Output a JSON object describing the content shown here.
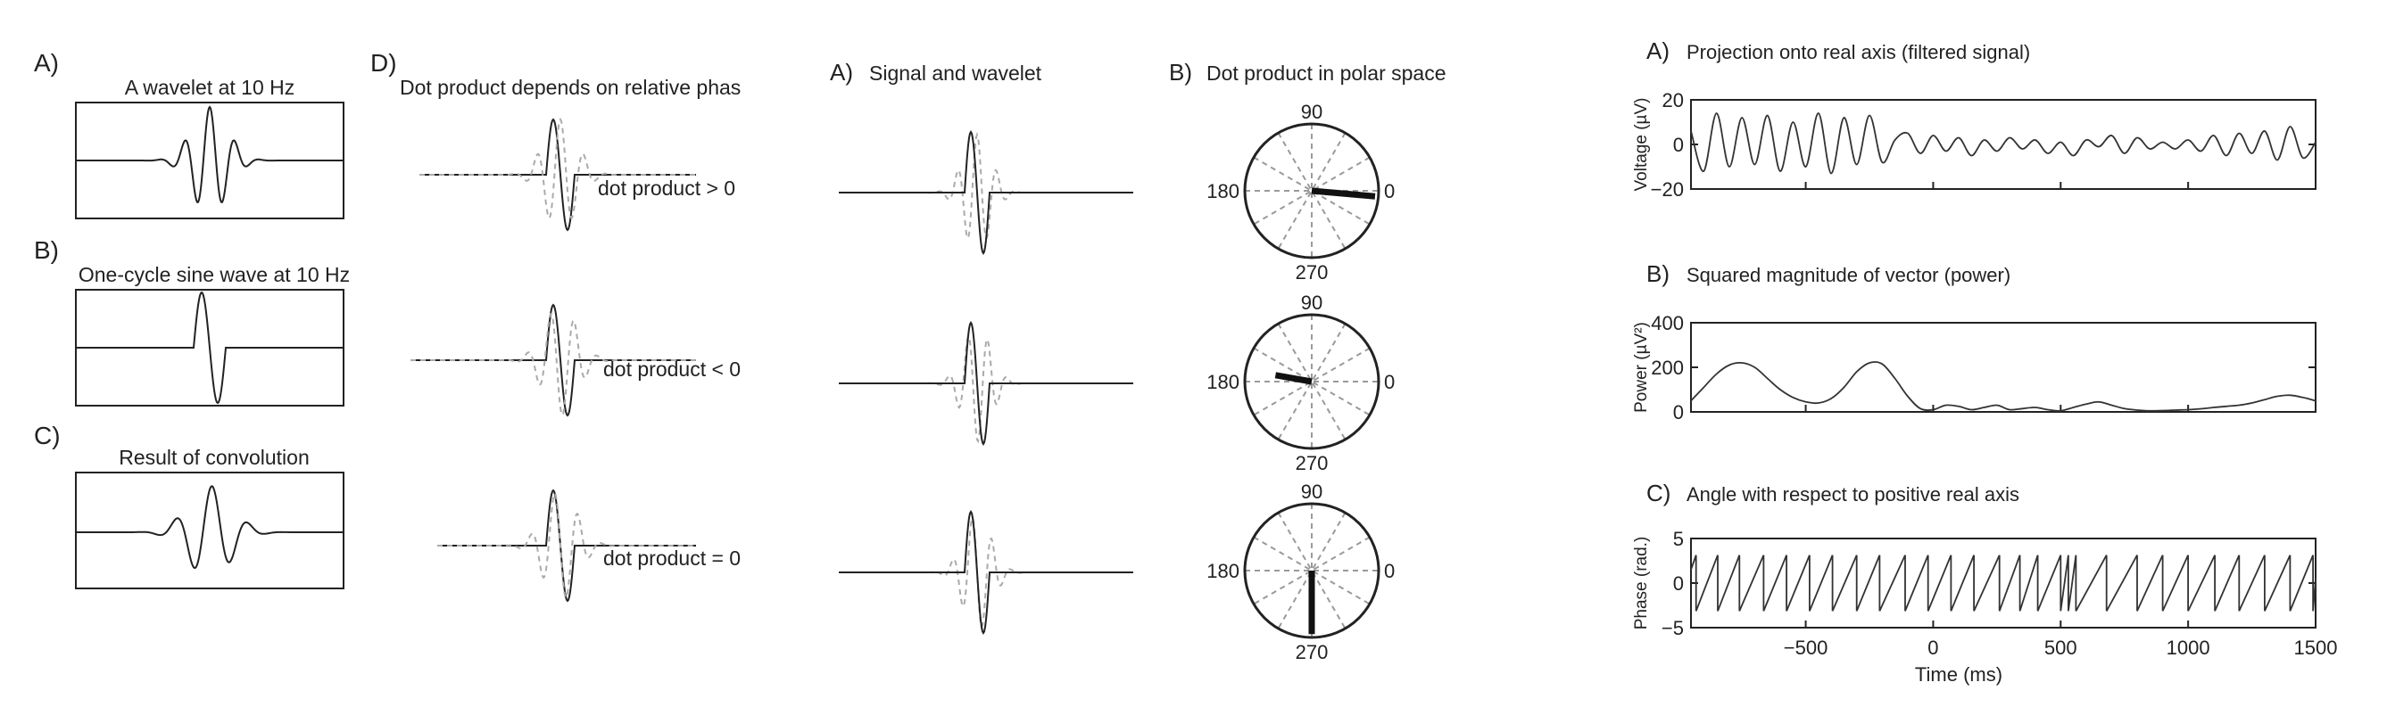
{
  "figure_left": {
    "A": {
      "letter": "A)",
      "title": "A wavelet at 10 Hz"
    },
    "B": {
      "letter": "B)",
      "title": "One-cycle sine wave at 10 Hz"
    },
    "C": {
      "letter": "C)",
      "title": "Result of convolution"
    },
    "D": {
      "letter": "D)",
      "title": "Dot product depends on relative phas",
      "labels": [
        "dot product > 0",
        "dot product < 0",
        "dot product = 0"
      ]
    }
  },
  "figure_middle": {
    "A": {
      "letter": "A)",
      "title": "Signal and wavelet"
    },
    "B": {
      "letter": "B)",
      "title": "Dot product in polar space"
    },
    "polar_ticks": [
      "90",
      "180",
      "0",
      "270"
    ],
    "vector_angles_deg": [
      -5,
      170,
      270
    ],
    "vector_lengths": [
      0.95,
      0.55,
      0.95
    ]
  },
  "colors": {
    "signal": "#222222",
    "dashed": "#aaaaaa",
    "vector": "#111111",
    "grid": "#9a9a9a"
  },
  "chart_data": [
    {
      "type": "line",
      "letter": "A)",
      "title": "Projection onto real axis (filtered signal)",
      "xlabel": "",
      "ylabel": "Voltage (µV)",
      "xlim": [
        -950,
        1500
      ],
      "ylim": [
        -20,
        20
      ],
      "yticks": [
        "20",
        "0",
        "−20"
      ],
      "ytick_values": [
        20,
        0,
        -20
      ],
      "x": [
        -950,
        -900,
        -850,
        -800,
        -750,
        -700,
        -650,
        -600,
        -550,
        -500,
        -450,
        -400,
        -350,
        -300,
        -250,
        -200,
        -150,
        -100,
        -50,
        0,
        50,
        100,
        150,
        200,
        250,
        300,
        350,
        400,
        450,
        500,
        550,
        600,
        650,
        700,
        750,
        800,
        850,
        900,
        950,
        1000,
        1050,
        1100,
        1150,
        1200,
        1250,
        1300,
        1350,
        1400,
        1450,
        1500
      ],
      "y": [
        6,
        -12,
        14,
        -10,
        12,
        -9,
        13,
        -12,
        10,
        -10,
        14,
        -13,
        12,
        -9,
        13,
        -8,
        2,
        5,
        -4,
        4,
        -3,
        3,
        -5,
        2,
        -3,
        3,
        -2,
        2,
        -4,
        1,
        -5,
        2,
        -1,
        4,
        -4,
        3,
        -2,
        1,
        -2,
        2,
        -3,
        4,
        -5,
        5,
        -4,
        6,
        -7,
        8,
        -6,
        1
      ]
    },
    {
      "type": "line",
      "letter": "B)",
      "title": "Squared magnitude of vector (power)",
      "xlabel": "",
      "ylabel": "Power (µV²)",
      "xlim": [
        -950,
        1500
      ],
      "ylim": [
        0,
        400
      ],
      "yticks": [
        "400",
        "200",
        "0"
      ],
      "ytick_values": [
        400,
        200,
        0
      ],
      "x": [
        -950,
        -900,
        -850,
        -800,
        -750,
        -700,
        -650,
        -600,
        -550,
        -500,
        -450,
        -400,
        -350,
        -300,
        -250,
        -200,
        -150,
        -100,
        -50,
        0,
        50,
        100,
        150,
        200,
        250,
        300,
        350,
        400,
        450,
        500,
        550,
        600,
        650,
        700,
        750,
        800,
        850,
        900,
        950,
        1000,
        1050,
        1100,
        1150,
        1200,
        1250,
        1300,
        1350,
        1400,
        1450,
        1500
      ],
      "y": [
        50,
        110,
        170,
        210,
        220,
        200,
        150,
        100,
        65,
        45,
        40,
        60,
        110,
        180,
        220,
        215,
        150,
        70,
        15,
        10,
        30,
        25,
        10,
        20,
        30,
        10,
        15,
        20,
        10,
        5,
        20,
        35,
        45,
        30,
        15,
        8,
        5,
        6,
        8,
        10,
        14,
        20,
        25,
        30,
        40,
        55,
        70,
        75,
        65,
        50
      ]
    },
    {
      "type": "line",
      "letter": "C)",
      "title": "Angle with respect to positive real axis",
      "xlabel": "Time (ms)",
      "ylabel": "Phase (rad.)",
      "xlim": [
        -950,
        1500
      ],
      "ylim": [
        -5,
        5
      ],
      "yticks": [
        "5",
        "0",
        "−5"
      ],
      "ytick_values": [
        5,
        0,
        -5
      ],
      "xticks": [
        "−500",
        "0",
        "500",
        "1000",
        "1500"
      ],
      "xtick_values": [
        -500,
        0,
        500,
        1000,
        1500
      ],
      "reset_times": [
        -930,
        -845,
        -760,
        -665,
        -575,
        -485,
        -395,
        -300,
        -210,
        -110,
        -20,
        70,
        160,
        260,
        340,
        410,
        500,
        530,
        560,
        680,
        800,
        900,
        1000,
        1105,
        1200,
        1300,
        1400,
        1490
      ]
    }
  ]
}
